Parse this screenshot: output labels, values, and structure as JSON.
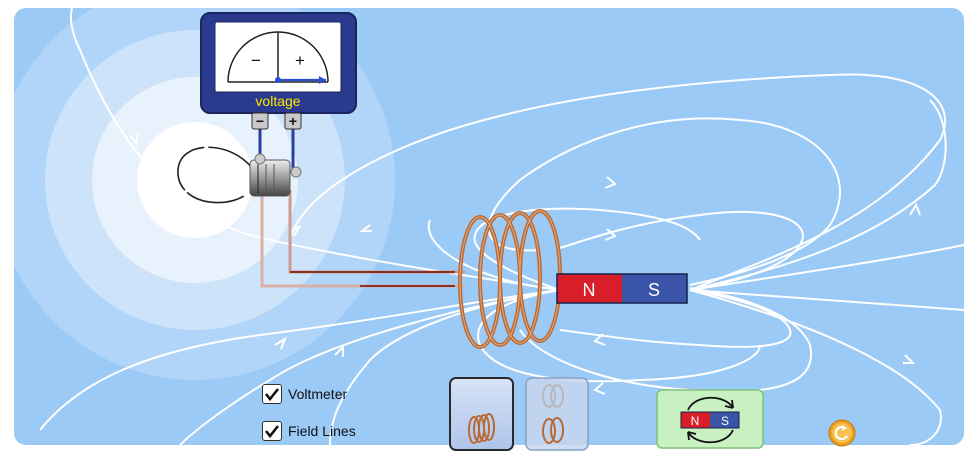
{
  "voltmeter": {
    "label": "voltage",
    "minus_sign": "−",
    "plus_sign": "+",
    "terminal_minus": "−",
    "terminal_plus": "+"
  },
  "magnet": {
    "north_label": "N",
    "south_label": "S",
    "north_color": "#d81e28",
    "south_color": "#3a55a8"
  },
  "controls": {
    "voltmeter_checkbox": {
      "label": "Voltmeter",
      "checked": true
    },
    "field_lines_checkbox": {
      "label": "Field Lines",
      "checked": true
    }
  },
  "coil_selector": {
    "options": [
      "four-loop coil",
      "two-loop coil"
    ],
    "selected": "four-loop coil"
  },
  "flip_magnet_button": {
    "north_label": "N",
    "south_label": "S"
  },
  "colors": {
    "background": "#9ccaf7",
    "voltmeter_body": "#2a3a8c",
    "voltage_text": "#ffe600",
    "coil_copper": "#b86a35",
    "reset_orange": "#f0a020",
    "flip_button_bg": "#c8f0c0"
  },
  "icons": [
    "light-bulb-icon",
    "reset-icon",
    "flip-arrows-icon",
    "coil-icon"
  ]
}
